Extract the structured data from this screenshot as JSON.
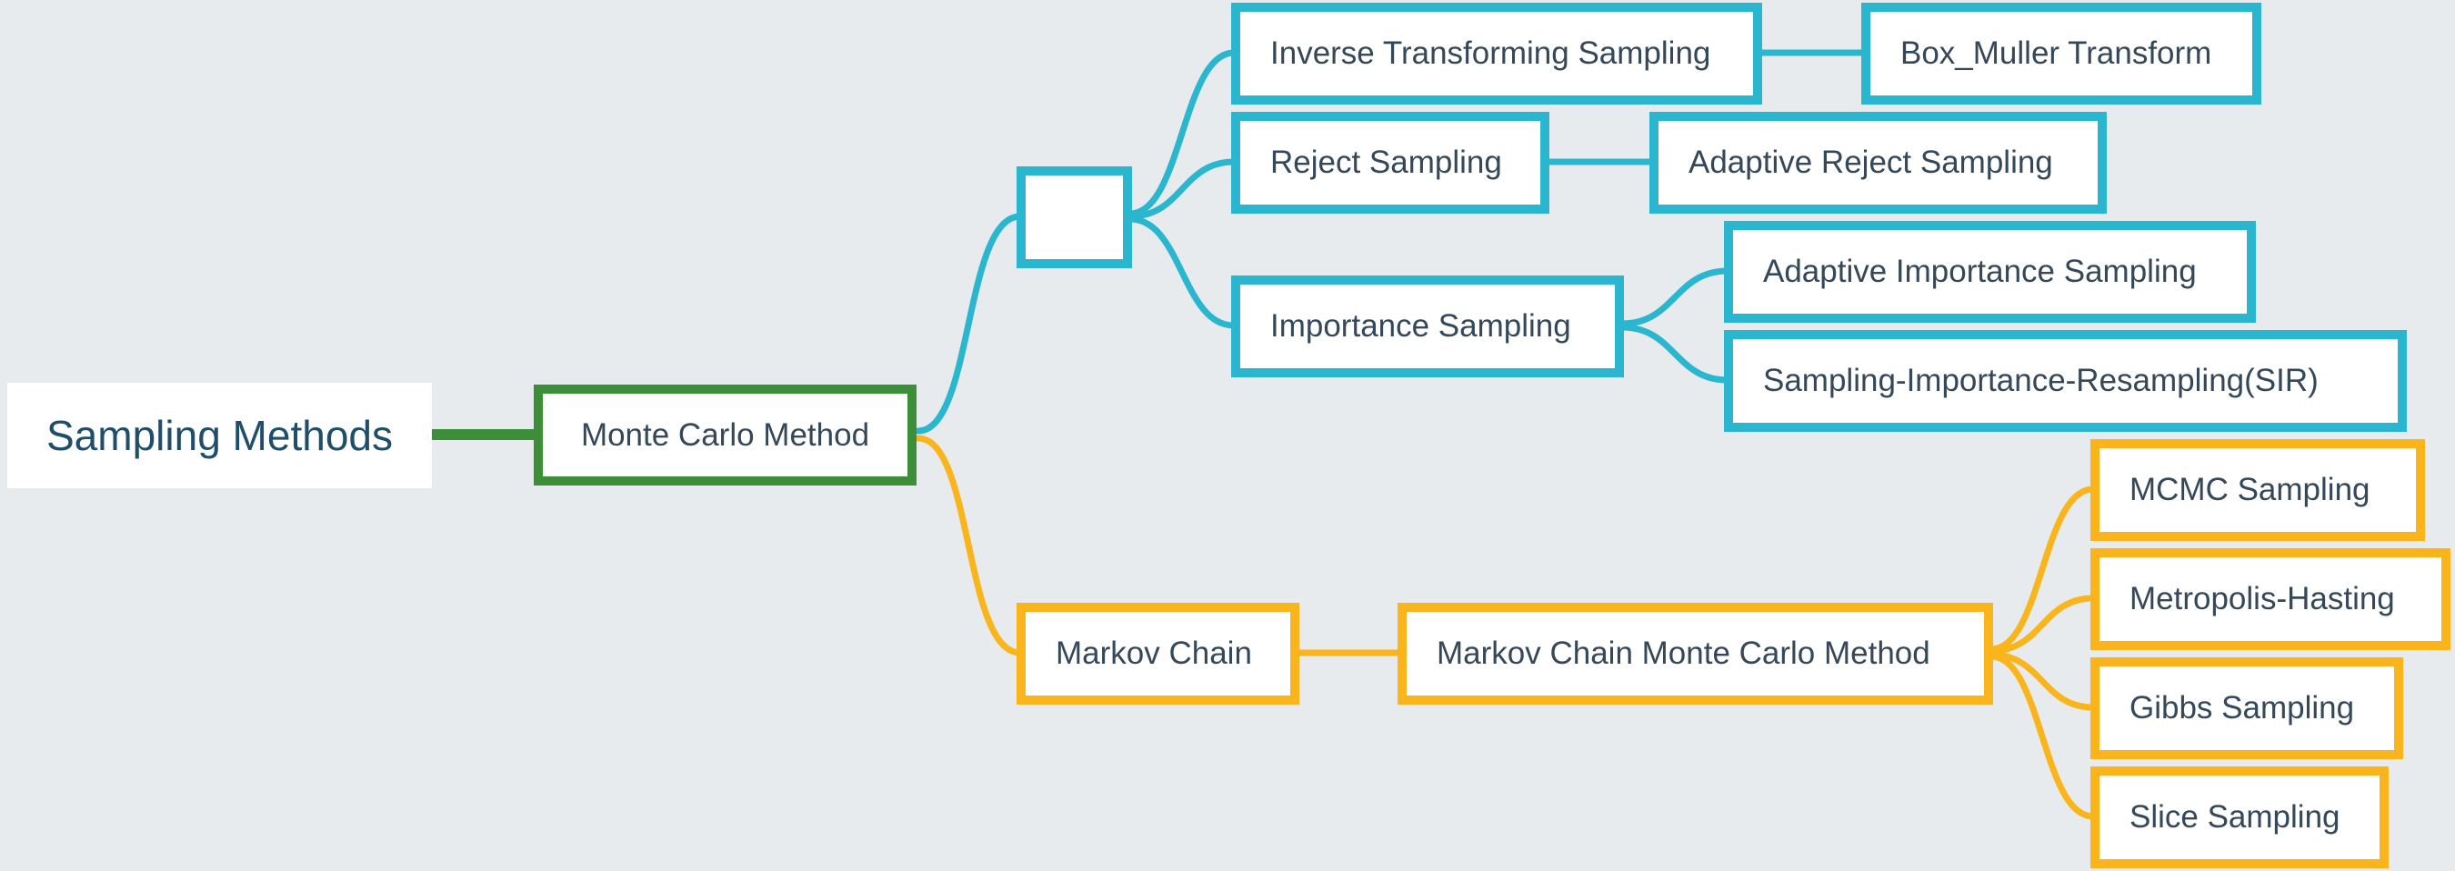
{
  "mindmap": {
    "root": "Sampling Methods",
    "monte_carlo": "Monte Carlo Method",
    "unnamed_branch": "",
    "inverse_transform": "Inverse Transforming Sampling",
    "box_muller": "Box_Muller Transform",
    "reject_sampling": "Reject Sampling",
    "adaptive_reject": "Adaptive Reject Sampling",
    "importance_sampling": "Importance Sampling",
    "adaptive_importance": "Adaptive Importance Sampling",
    "sir": "Sampling-Importance-Resampling(SIR)",
    "markov_chain": "Markov Chain",
    "mcmc_method": "Markov Chain Monte Carlo Method",
    "mcmc_sampling": "MCMC Sampling",
    "metropolis": "Metropolis-Hasting",
    "gibbs": "Gibbs Sampling",
    "slice": "Slice Sampling"
  },
  "colors": {
    "background": "#e8ebee",
    "root_branch": "#3c8f38",
    "upper_branch": "#2bb6cf",
    "lower_branch": "#f9b51b",
    "text": "#35485a"
  }
}
